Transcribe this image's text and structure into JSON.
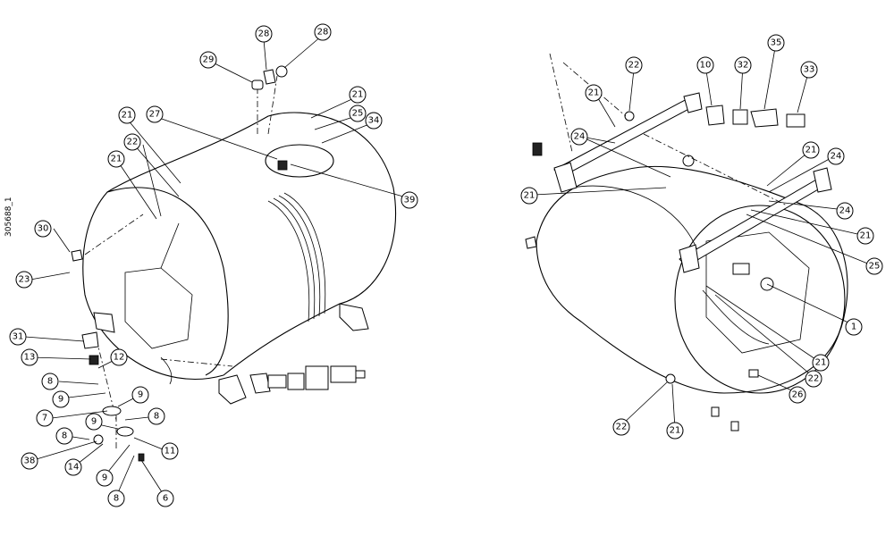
{
  "drawing_number": "305688_1",
  "callout_labels": {
    "c1": "29",
    "c2": "28",
    "c3": "28",
    "c4": "27",
    "c5": "21",
    "c6": "21",
    "c7": "25",
    "c8": "34",
    "c9": "22",
    "c10": "21",
    "c11": "39",
    "c12": "30",
    "c13": "23",
    "c14": "31",
    "c15": "13",
    "c16": "12",
    "c17": "8",
    "c18": "9",
    "c19": "9",
    "c20": "7",
    "c21": "8",
    "c22": "9",
    "c23": "8",
    "c24": "11",
    "c25": "38",
    "c26": "14",
    "c27": "9",
    "c28": "8",
    "c29": "6",
    "c30": "22",
    "c31": "21",
    "c32": "10",
    "c33": "32",
    "c34": "35",
    "c35": "33",
    "c36": "24",
    "c37": "21",
    "c38": "21",
    "c39": "24",
    "c40": "24",
    "c41": "21",
    "c42": "25",
    "c43": "1",
    "c44": "21",
    "c45": "22",
    "c46": "26",
    "c47": "22",
    "c48": "21"
  }
}
